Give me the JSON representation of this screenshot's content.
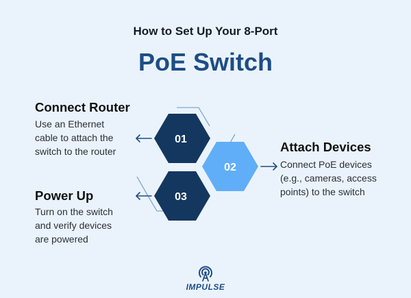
{
  "header": {
    "title_line1": "How to Set Up Your 8-Port",
    "title_line2": "PoE Switch"
  },
  "steps": [
    {
      "number": "01",
      "heading": "Connect Router",
      "desc": [
        "Use an Ethernet",
        "cable to attach the",
        "switch to the router"
      ],
      "color": "#14375f"
    },
    {
      "number": "02",
      "heading": "Attach Devices",
      "desc": [
        "Connect PoE devices",
        "(e.g., cameras, access",
        "points) to the switch"
      ],
      "color": "#60aef8"
    },
    {
      "number": "03",
      "heading": "Power Up",
      "desc": [
        "Turn on the switch",
        "and verify devices",
        "are powered"
      ],
      "color": "#14375f"
    }
  ],
  "logo": {
    "text": "IMPULSE",
    "icon": "antenna-icon",
    "color": "#1e4d86"
  },
  "accent_line_color": "#7fa8d4"
}
